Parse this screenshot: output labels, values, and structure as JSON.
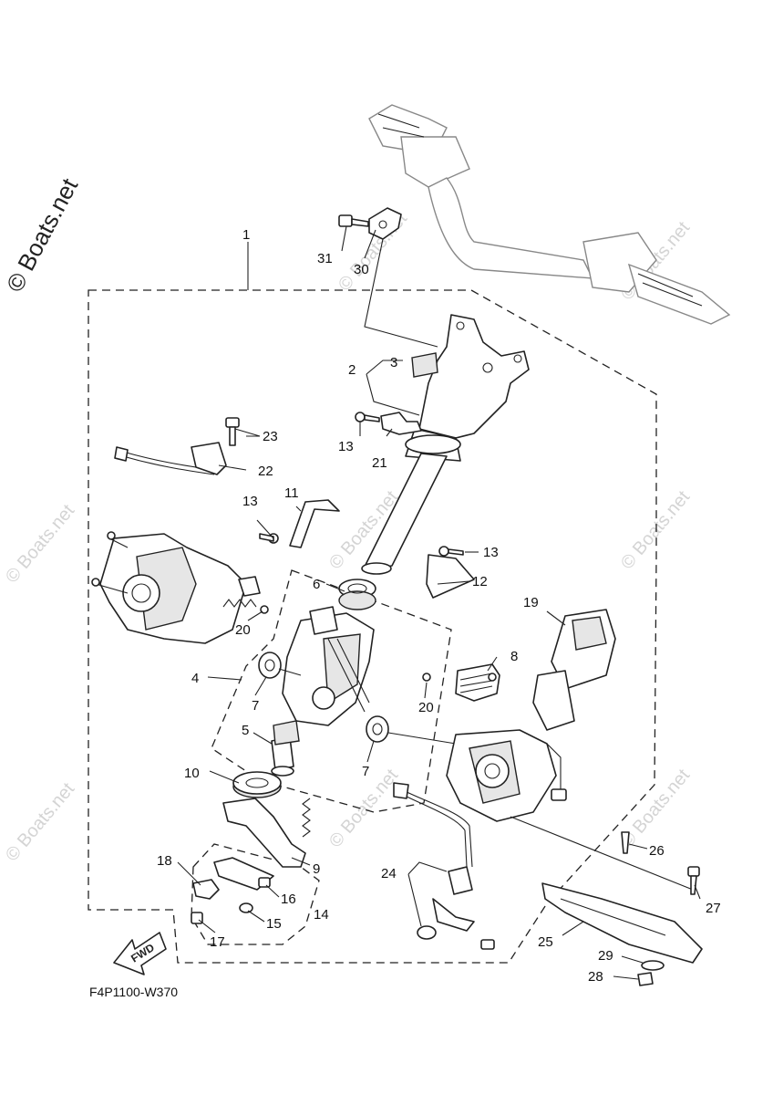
{
  "diagram": {
    "figure_code": "F4P1100-W370",
    "watermark_main": "© Boats.net",
    "watermark_faint": "© Boats.net",
    "fwd_label": "FWD",
    "callouts": [
      {
        "id": "c1",
        "text": "1"
      },
      {
        "id": "c2",
        "text": "2"
      },
      {
        "id": "c3",
        "text": "3"
      },
      {
        "id": "c4",
        "text": "4"
      },
      {
        "id": "c5",
        "text": "5"
      },
      {
        "id": "c6",
        "text": "6"
      },
      {
        "id": "c7a",
        "text": "7"
      },
      {
        "id": "c7b",
        "text": "7"
      },
      {
        "id": "c8",
        "text": "8"
      },
      {
        "id": "c9",
        "text": "9"
      },
      {
        "id": "c10",
        "text": "10"
      },
      {
        "id": "c11",
        "text": "11"
      },
      {
        "id": "c12",
        "text": "12"
      },
      {
        "id": "c13a",
        "text": "13"
      },
      {
        "id": "c13b",
        "text": "13"
      },
      {
        "id": "c13c",
        "text": "13"
      },
      {
        "id": "c14",
        "text": "14"
      },
      {
        "id": "c15",
        "text": "15"
      },
      {
        "id": "c16",
        "text": "16"
      },
      {
        "id": "c17",
        "text": "17"
      },
      {
        "id": "c18",
        "text": "18"
      },
      {
        "id": "c19",
        "text": "19"
      },
      {
        "id": "c20a",
        "text": "20"
      },
      {
        "id": "c20b",
        "text": "20"
      },
      {
        "id": "c21",
        "text": "21"
      },
      {
        "id": "c22",
        "text": "22"
      },
      {
        "id": "c23",
        "text": "23"
      },
      {
        "id": "c24",
        "text": "24"
      },
      {
        "id": "c25",
        "text": "25"
      },
      {
        "id": "c26",
        "text": "26"
      },
      {
        "id": "c27",
        "text": "27"
      },
      {
        "id": "c28",
        "text": "28"
      },
      {
        "id": "c29",
        "text": "29"
      },
      {
        "id": "c30",
        "text": "30"
      },
      {
        "id": "c31",
        "text": "31"
      }
    ]
  }
}
